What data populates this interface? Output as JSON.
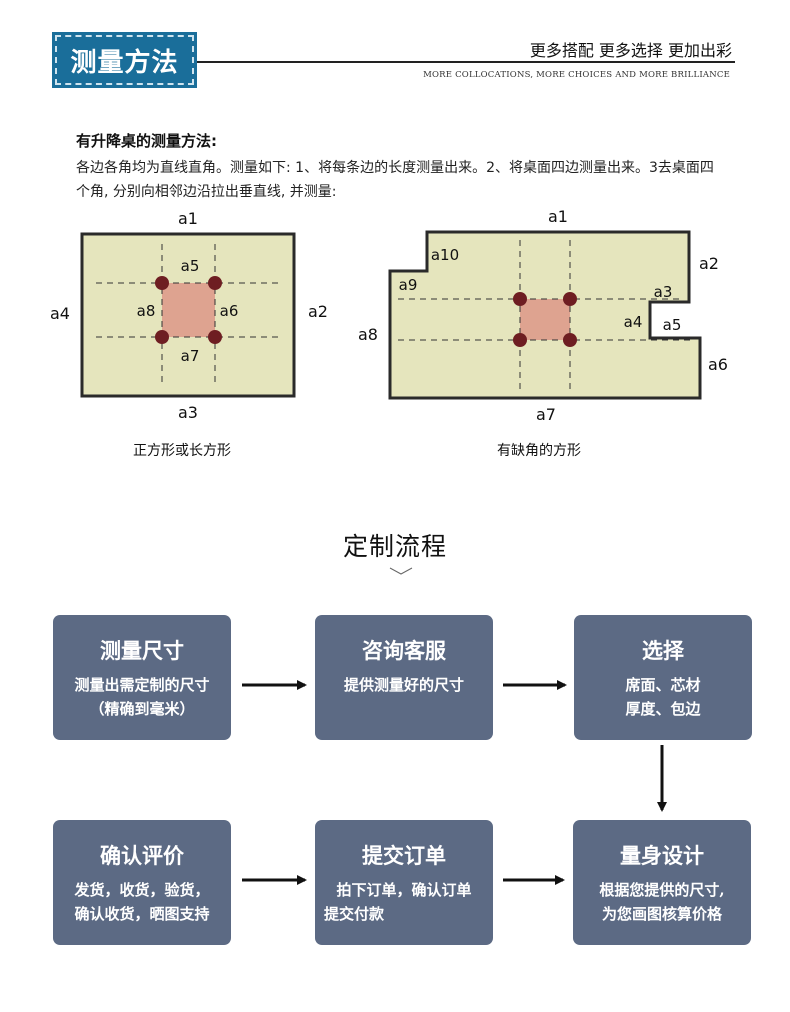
{
  "header": {
    "title": "测量方法",
    "slogan": "更多搭配 更多选择 更加出彩",
    "slogan_en": "MORE COLLOCATIONS, MORE CHOICES AND MORE BRILLIANCE"
  },
  "method": {
    "heading": "有升降桌的测量方法:",
    "description": "各边各角均为直线直角。测量如下: 1、将每条边的长度测量出来。2、将桌面四边测量出来。3去桌面四个角, 分别向相邻边沿拉出垂直线, 并测量:"
  },
  "diagrams": {
    "left": {
      "caption": "正方形或长方形",
      "labels": {
        "a1": "a1",
        "a2": "a2",
        "a3": "a3",
        "a4": "a4",
        "a5": "a5",
        "a6": "a6",
        "a7": "a7",
        "a8": "a8"
      }
    },
    "right": {
      "caption": "有缺角的方形",
      "labels": {
        "a1": "a1",
        "a2": "a2",
        "a3": "a3",
        "a4": "a4",
        "a5": "a5",
        "a6": "a6",
        "a7": "a7",
        "a8": "a8",
        "a9": "a9",
        "a10": "a10"
      }
    },
    "colors": {
      "board": "#e5e5bd",
      "inner": "#dea390",
      "dot": "#6e1e22",
      "outline": "#2a2a2a"
    }
  },
  "process": {
    "title": "定制流程",
    "steps": [
      {
        "title": "测量尺寸",
        "line1": "测量出需定制的尺寸",
        "line2": "（精确到毫米）"
      },
      {
        "title": "咨询客服",
        "line1": "提供测量好的尺寸",
        "line2": ""
      },
      {
        "title": "选择",
        "line1": "席面、芯材",
        "line2": "厚度、包边"
      },
      {
        "title": "量身设计",
        "line1": "根据您提供的尺寸,",
        "line2": "为您画图核算价格"
      },
      {
        "title": "提交订单",
        "line1": "拍下订单，确认订单",
        "line2": "提交付款"
      },
      {
        "title": "确认评价",
        "line1": "发货，收货，验货，",
        "line2": "确认收货，晒图支持"
      }
    ],
    "box_color": "#5c6a84"
  }
}
